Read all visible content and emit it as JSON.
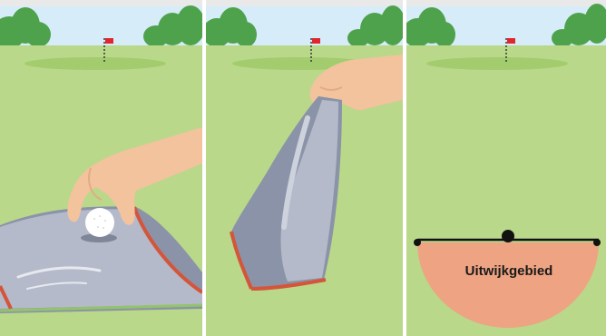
{
  "panels": [
    {
      "name": "pick-up-ball"
    },
    {
      "name": "lift-towel"
    },
    {
      "name": "relief-area"
    }
  ],
  "relief_area": {
    "label": "Uitwijkgebied"
  },
  "colors": {
    "sky": "#d6ecf8",
    "grass": "#b9d88a",
    "green": "#a2cc6e",
    "trees": "#4ea24c",
    "flag": "#e0262c",
    "towel": "#8b93a8",
    "towel_light": "#b4bac9",
    "towel_edge": "#d4553a",
    "skin": "#f2c39d",
    "relief": "#eea383"
  }
}
